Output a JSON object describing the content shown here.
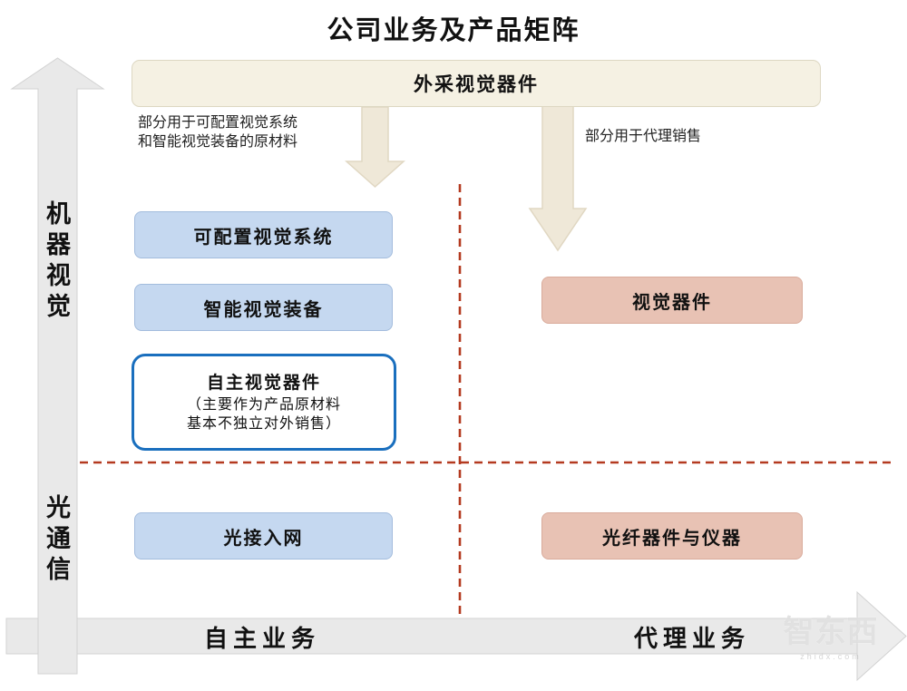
{
  "title": "公司业务及产品矩阵",
  "top_bar": {
    "label": "外采视觉器件"
  },
  "flow_annotations": {
    "left_line1": "部分用于可配置视觉系统",
    "left_line2": "和智能视觉装备的原材料",
    "right": "部分用于代理销售"
  },
  "y_axis": {
    "top_label": "机器视觉",
    "bottom_label": "光通信"
  },
  "x_axis": {
    "left_label": "自主业务",
    "right_label": "代理业务"
  },
  "boxes": {
    "configurable_vision_system": "可配置视觉系统",
    "intelligent_vision_equipment": "智能视觉装备",
    "self_vision_components": {
      "title": "自主视觉器件",
      "note_line1": "（主要作为产品原材料",
      "note_line2": "基本不独立对外销售）"
    },
    "vision_components": "视觉器件",
    "optical_access_network": "光接入网",
    "fiber_components_instruments": "光纤器件与仪器"
  },
  "watermark": {
    "logo": "智东西",
    "url": "zhidx.com"
  },
  "colors": {
    "cream_fill": "#f5f1e3",
    "cream_arrow": "#efe8d8",
    "blue_fill": "#c5d8f0",
    "pink_fill": "#e8c2b4",
    "outline_blue": "#1a6fbe",
    "axis_gray": "#e9e9e9",
    "dash_red": "#b43a20"
  }
}
